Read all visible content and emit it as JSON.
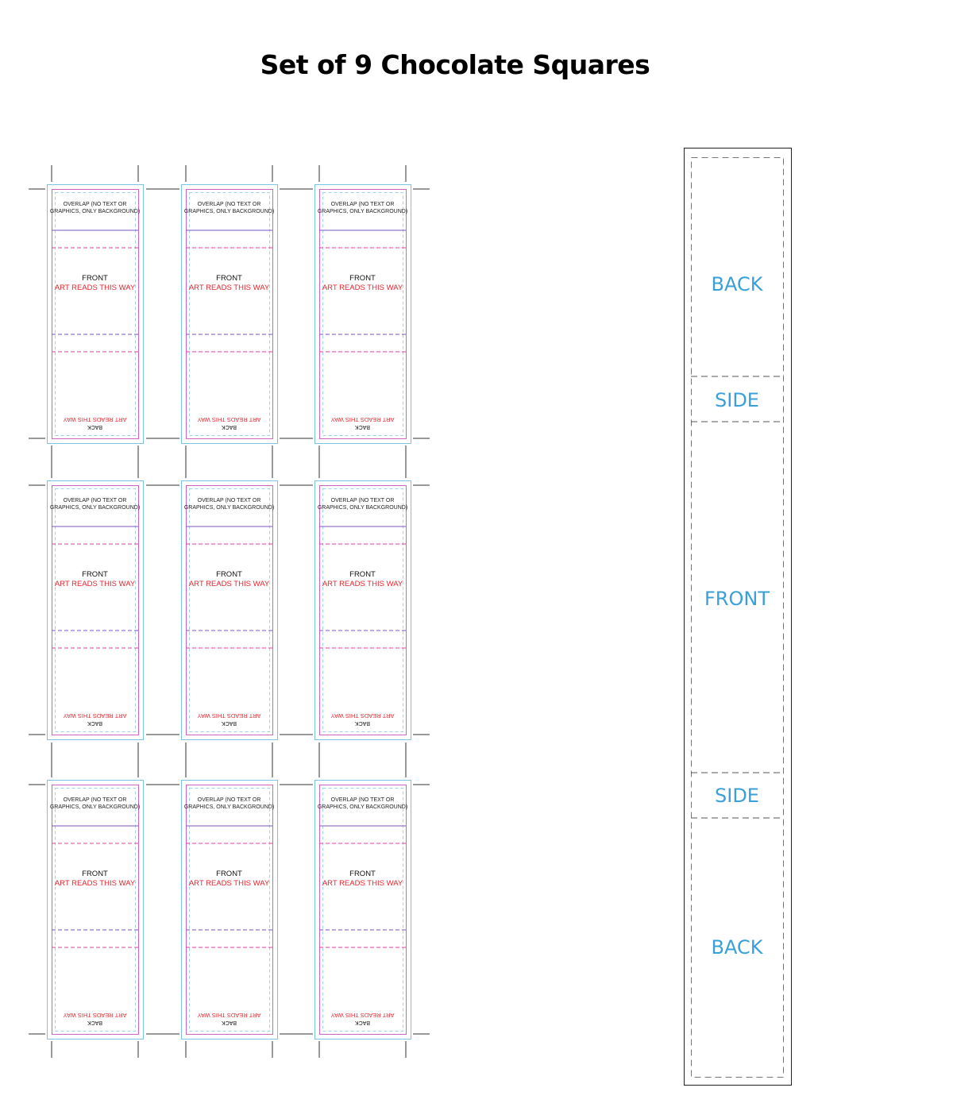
{
  "title": "Set of 9 Chocolate Squares",
  "label": {
    "overlap_line1": "OVERLAP (NO TEXT OR",
    "overlap_line2": "GRAPHICS, ONLY BACKGROUND)",
    "front": "FRONT",
    "art_reads": "ART READS THIS WAY",
    "back": "BACK"
  },
  "legend": {
    "sections": [
      "BACK",
      "SIDE",
      "FRONT",
      "SIDE",
      "BACK"
    ]
  },
  "colors": {
    "bleed": "#7cc4e6",
    "trim": "#c23fb0",
    "safe": "#e040a0",
    "fold": "#7b55c7",
    "accent_text": "#3aa0d8",
    "red_text": "#e5262d"
  }
}
